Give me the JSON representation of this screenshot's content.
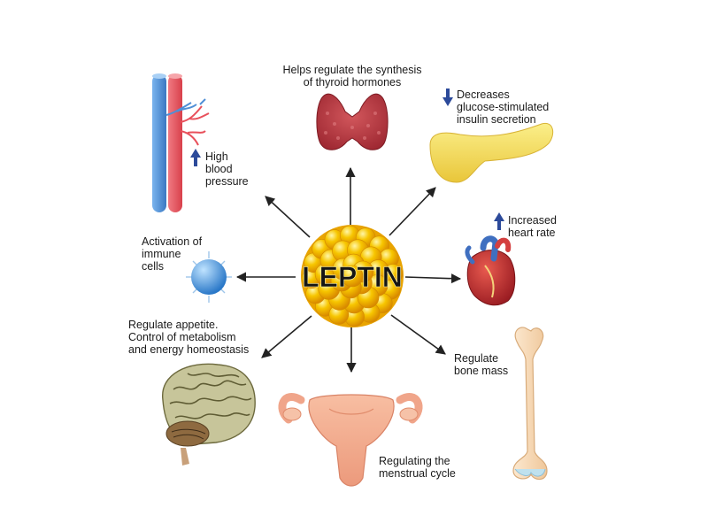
{
  "center_label": "LEPTIN",
  "colors": {
    "leptin_yellow": "#f7c600",
    "indicator_blue": "#2c4a9a",
    "artery_red": "#e8505b",
    "vein_blue": "#4f8fd6",
    "thyroid_red": "#b5303a",
    "pancreas_yellow": "#f6e05e",
    "heart_red": "#c0282c",
    "immune_blue": "#3a8fd8",
    "brain_olive": "#c9c9a0",
    "uterus_peach": "#f0a58a",
    "bone_cream": "#f9dfbf"
  },
  "effects": [
    {
      "id": "blood-pressure",
      "icon": "blood-vessel-icon",
      "indicator": "up-arrow-icon",
      "lines": [
        "High",
        "blood",
        "pressure"
      ]
    },
    {
      "id": "thyroid",
      "icon": "thyroid-icon",
      "lines": [
        "Helps regulate the synthesis",
        "of thyroid hormones"
      ]
    },
    {
      "id": "insulin",
      "icon": "pancreas-icon",
      "indicator": "down-arrow-icon",
      "lines": [
        "Decreases",
        "glucose-stimulated",
        "insulin secretion"
      ]
    },
    {
      "id": "heart-rate",
      "icon": "heart-icon",
      "indicator": "up-arrow-icon",
      "lines": [
        "Increased",
        "heart rate"
      ]
    },
    {
      "id": "bone-mass",
      "icon": "bone-icon",
      "lines": [
        "Regulate",
        "bone mass"
      ]
    },
    {
      "id": "menstrual",
      "icon": "uterus-icon",
      "lines": [
        "Regulating the",
        "menstrual cycle"
      ]
    },
    {
      "id": "appetite",
      "icon": "brain-icon",
      "lines": [
        "Regulate appetite.",
        "Control of metabolism",
        "and energy homeostasis"
      ]
    },
    {
      "id": "immune",
      "icon": "immune-cell-icon",
      "lines": [
        "Activation of",
        "immune",
        "cells"
      ]
    }
  ]
}
